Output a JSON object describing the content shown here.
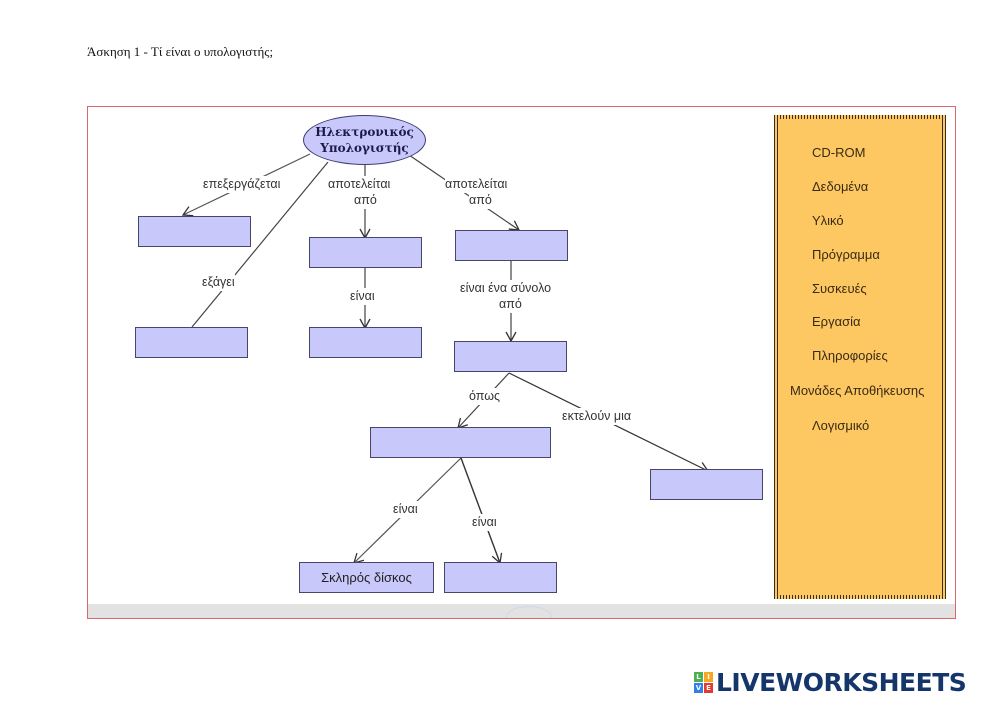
{
  "exercise_title": "Άσκηση 1 - Τί είναι ο υπολογιστής;",
  "diagram": {
    "root": {
      "line1": "Ηλεκτρονικός",
      "line2": "Υπολογιστής"
    },
    "edge_labels": {
      "processes": "επεξεργάζεται",
      "produces": "εξάγει",
      "consists_of_left_1": "αποτελείται",
      "consists_of_left_2": "από",
      "consists_of_right_1": "αποτελείται",
      "consists_of_right_2": "από",
      "is_mid": "είναι",
      "set_of_1": "είναι ένα σύνολο",
      "set_of_2": "από",
      "such_as": "όπως",
      "execute_a": "εκτελούν μια",
      "is_left": "είναι",
      "is_right": "είναι"
    },
    "nodes": {
      "processes_target": "",
      "produces_target": "",
      "left_consists": "",
      "left_is": "",
      "right_consists": "",
      "set_of_target": "",
      "such_as_target": "",
      "execute_target": "",
      "hard_disk": "Σκληρός δίσκος",
      "last_target": ""
    }
  },
  "word_bank": {
    "items": [
      "CD-ROM",
      "Δεδομένα",
      "Υλικό",
      "Πρόγραμμα",
      "Συσκευές",
      "Εργασία",
      "Πληροφορίες",
      "Μονάδες Αποθήκευσης",
      "Λογισμικό"
    ]
  },
  "brand": {
    "logo_letters": [
      "L",
      "I",
      "V",
      "E"
    ],
    "logo_colors": [
      "#4caf50",
      "#f5a623",
      "#2f80ed",
      "#e53935"
    ],
    "name": "LIVEWORKSHEETS"
  }
}
